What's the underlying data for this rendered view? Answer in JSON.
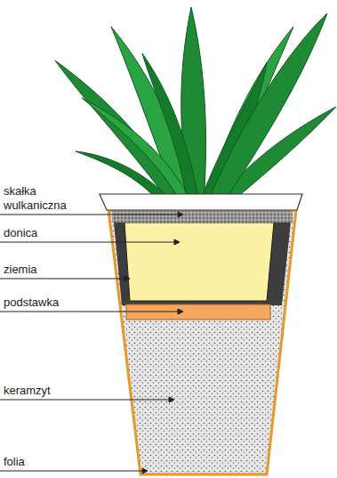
{
  "diagram": {
    "labels": [
      "skałka wulkaniczna",
      "donica",
      "ziemia",
      "podstawka",
      "keramzyt",
      "folia"
    ]
  }
}
